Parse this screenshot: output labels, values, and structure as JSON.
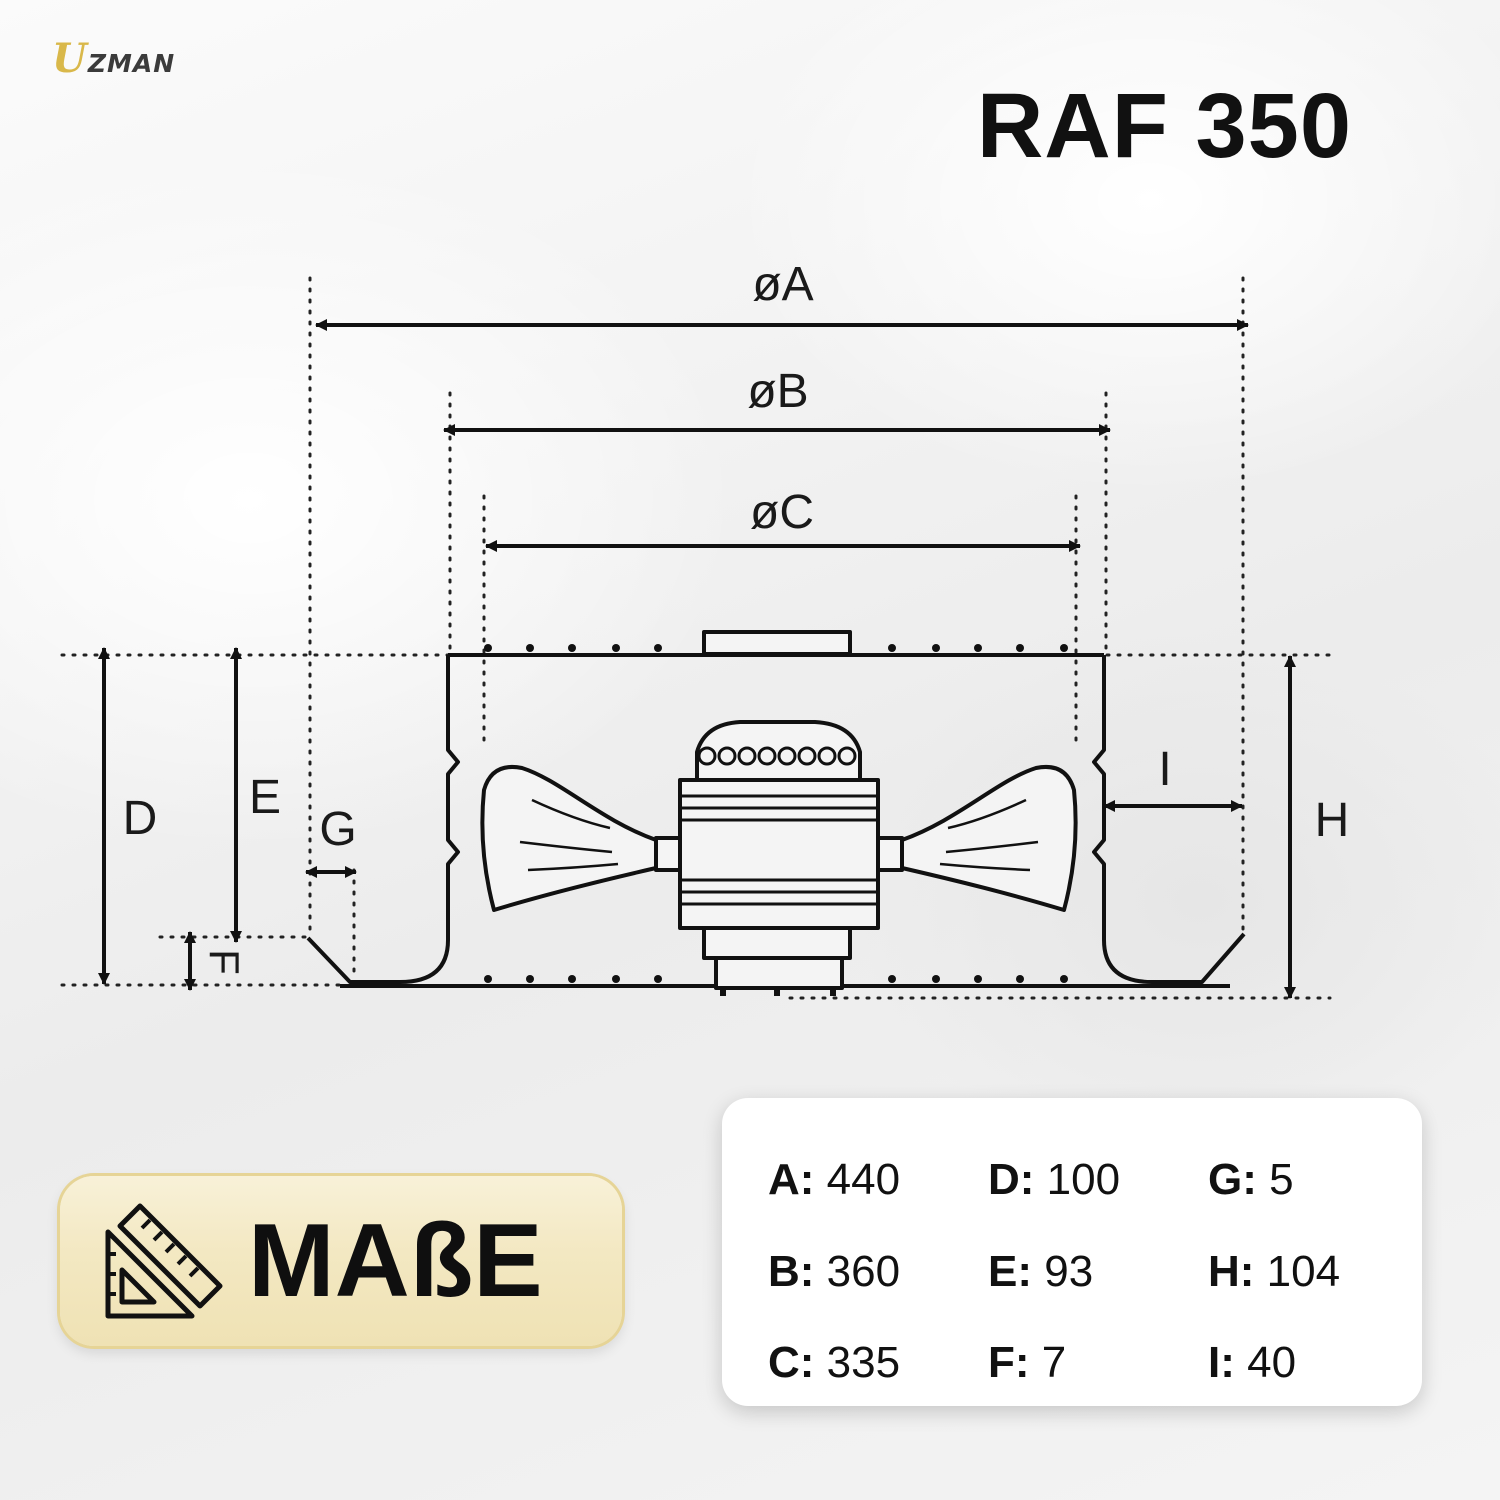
{
  "brand": {
    "mark": "U",
    "name": "ZMAN"
  },
  "title": "RAF 350",
  "dimension_labels": {
    "a": "øA",
    "b": "øB",
    "c": "øC",
    "d": "D",
    "e": "E",
    "f": "F",
    "g": "G",
    "h": "H",
    "i": "I"
  },
  "badge": {
    "label": "MAßE",
    "icon": "ruler-triangle-icon"
  },
  "specs": [
    {
      "key": "A:",
      "value": "440"
    },
    {
      "key": "B:",
      "value": "360"
    },
    {
      "key": "C:",
      "value": "335"
    },
    {
      "key": "D:",
      "value": "100"
    },
    {
      "key": "E:",
      "value": "93"
    },
    {
      "key": "F:",
      "value": "7"
    },
    {
      "key": "G:",
      "value": "5"
    },
    {
      "key": "H:",
      "value": "104"
    },
    {
      "key": "I:",
      "value": "40"
    }
  ],
  "colors": {
    "brand_gold": "#d9b84a",
    "badge_bg": "#f3e8c2",
    "ink": "#111111"
  }
}
